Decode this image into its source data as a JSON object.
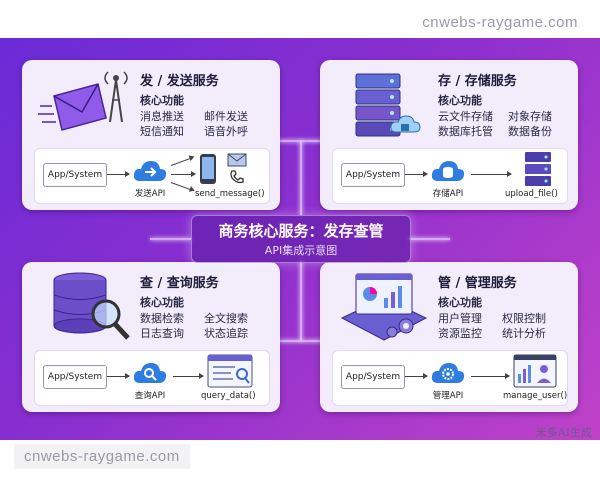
{
  "watermarks": {
    "top": "cnwebs-raygame.com",
    "bottom": "cnwebs-raygame.com"
  },
  "brand": "米多AI生成",
  "hub": {
    "title": "商务核心服务：发存查管",
    "subtitle": "API集成示意图"
  },
  "cards": {
    "send": {
      "heading": "发 / 发送服务",
      "core_label": "核心功能",
      "features": [
        "消息推送",
        "邮件发送",
        "短信通知",
        "语音外呼"
      ],
      "source": "App/System",
      "api": "发送API",
      "func": "send_message()"
    },
    "store": {
      "heading": "存 / 存储服务",
      "core_label": "核心功能",
      "features": [
        "云文件存储",
        "对象存储",
        "数据库托管",
        "数据备份"
      ],
      "source": "App/System",
      "api": "存储API",
      "func": "upload_file()"
    },
    "query": {
      "heading": "查 / 查询服务",
      "core_label": "核心功能",
      "features": [
        "数据检索",
        "全文搜索",
        "日志查询",
        "状态追踪"
      ],
      "source": "App/System",
      "api": "查询API",
      "func": "query_data()"
    },
    "manage": {
      "heading": "管 / 管理服务",
      "core_label": "核心功能",
      "features": [
        "用户管理",
        "权限控制",
        "资源监控",
        "统计分析"
      ],
      "source": "App/System",
      "api": "管理API",
      "func": "manage_user()"
    }
  },
  "colors": {
    "accent": "#7b3fe4",
    "cloud": "#2f7de1",
    "banner_start": "#6a2bd6",
    "banner_end": "#c042c8"
  }
}
